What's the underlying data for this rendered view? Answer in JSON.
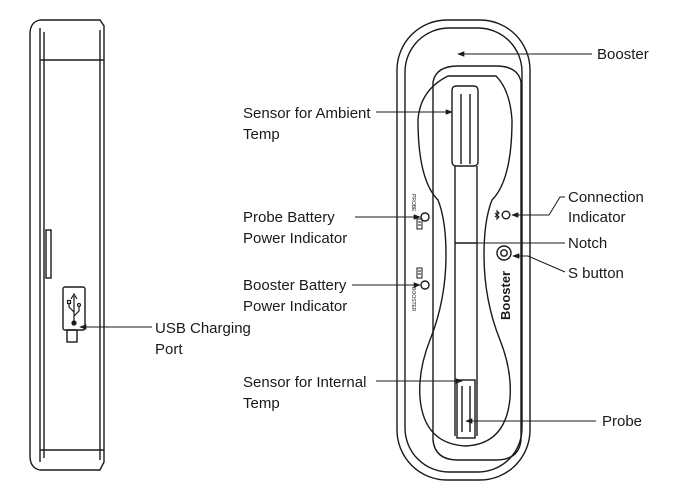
{
  "labels": {
    "booster": "Booster",
    "ambient_1": "Sensor for Ambient",
    "ambient_2": "Temp",
    "probe_battery_1": "Probe Battery",
    "probe_battery_2": "Power Indicator",
    "booster_battery_1": "Booster Battery",
    "booster_battery_2": "Power Indicator",
    "usb_1": "USB Charging",
    "usb_2": "Port",
    "internal_1": "Sensor for Internal",
    "internal_2": "Temp",
    "connection_1": "Connection",
    "connection_2": "Indicator",
    "notch": "Notch",
    "s_button": "S button",
    "probe": "Probe"
  },
  "device": {
    "brand": "Booster",
    "probe_mark": "PROBE",
    "booster_mark": "BOOSTER"
  },
  "icons": [
    "usb-icon",
    "bluetooth-icon",
    "battery-icon",
    "led-indicator-icon",
    "s-button-icon"
  ]
}
